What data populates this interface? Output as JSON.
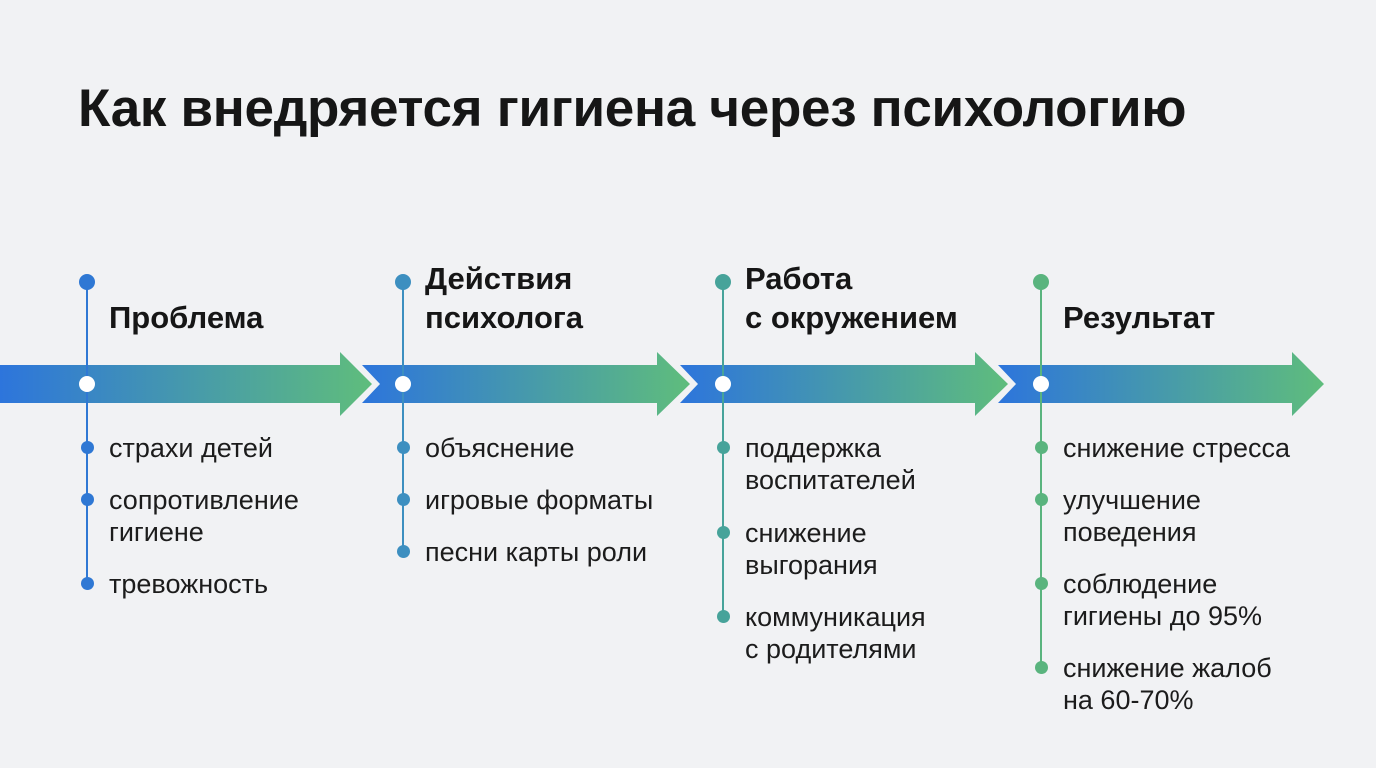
{
  "title": "Как внедряется гигиена через психологию",
  "colors": {
    "stage_1": "#2f78d4",
    "stage_2": "#3d8fc0",
    "stage_3": "#47a39a",
    "stage_4": "#5ab47e",
    "arrow_start": "#2d75dc",
    "arrow_end": "#5fbd7c"
  },
  "stages": [
    {
      "title": "Проблема",
      "items": [
        "страхи детей",
        "сопротивление\nгигиене",
        "тревожность"
      ]
    },
    {
      "title": "Действия\nпсихолога",
      "items": [
        "объяснение",
        "игровые форматы",
        "песни карты роли"
      ]
    },
    {
      "title": "Работа\nс окружением",
      "items": [
        "поддержка\nвоспитателей",
        "снижение\nвыгорания",
        "коммуникация\nс родителями"
      ]
    },
    {
      "title": "Результат",
      "items": [
        "снижение стресса",
        "улучшение\nповедения",
        "соблюдение\nгигиены до 95%",
        "снижение жалоб\nна 60-70%"
      ]
    }
  ]
}
